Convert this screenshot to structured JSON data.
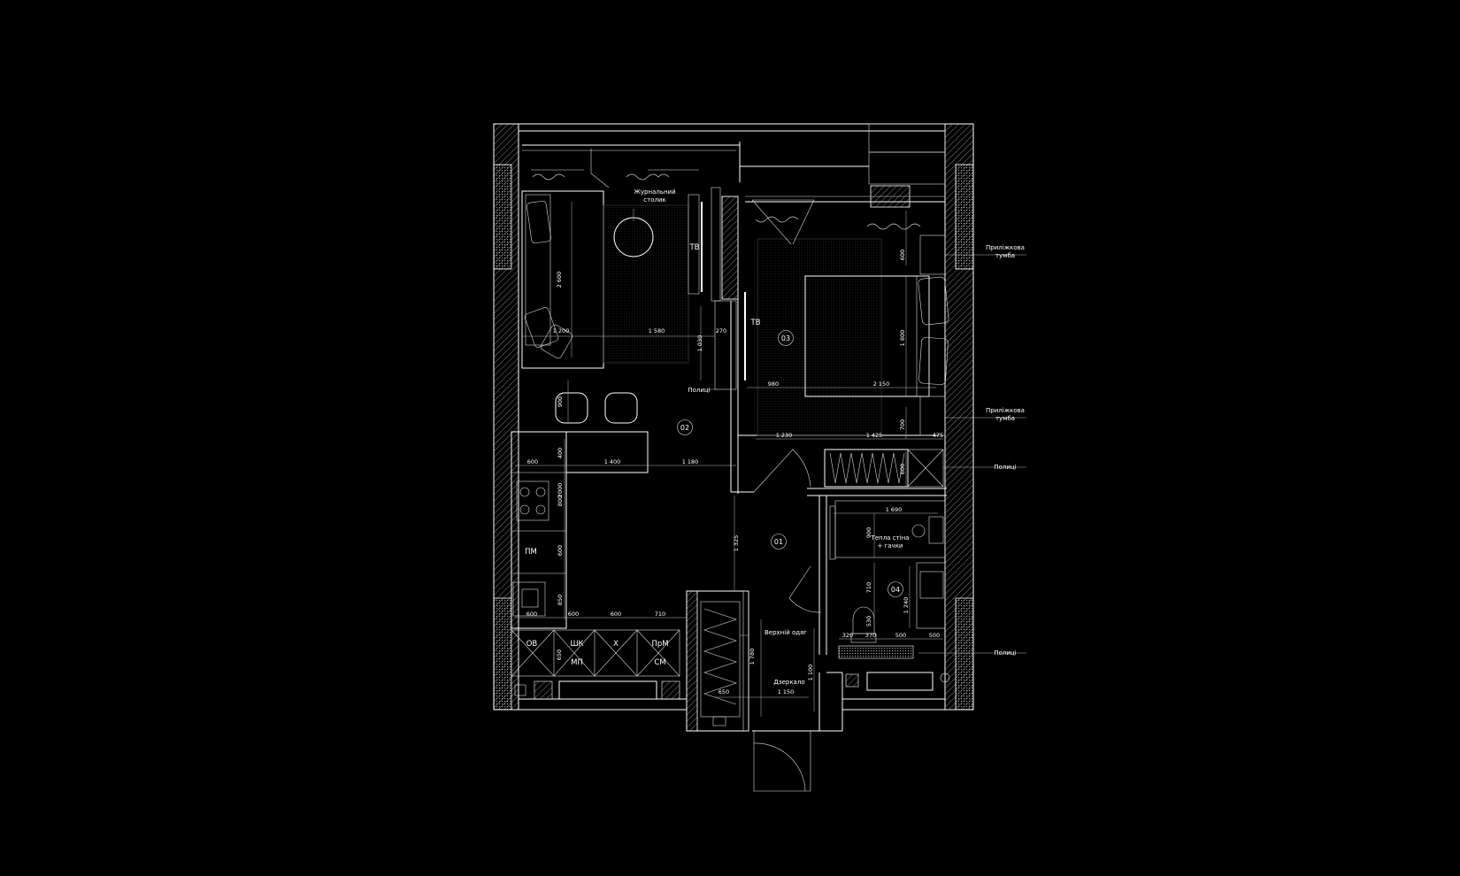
{
  "plan": {
    "rooms": [
      {
        "id": "01"
      },
      {
        "id": "02"
      },
      {
        "id": "03"
      },
      {
        "id": "04"
      }
    ],
    "labels": {
      "coffee_table_1": "Журнальний",
      "coffee_table_2": "столик",
      "tv_living": "ТВ",
      "tv_bedroom": "ТВ",
      "shelves_living": "Полиці",
      "dishwasher": "ПМ",
      "oven": "ОВ",
      "shk": "ШК",
      "mw": "МП",
      "fridge": "Х",
      "washer": "ПрМ",
      "dryer": "СМ",
      "outerwear": "Верхній одяг",
      "mirror": "Дзеркало",
      "warm_wall_1": "Тепла стіна",
      "warm_wall_2": "+ гачки"
    },
    "callouts": [
      {
        "line1": "Приліжкова",
        "line2": "тумба"
      },
      {
        "line1": "Приліжкова",
        "line2": "тумба"
      },
      {
        "line1": "Полиці",
        "line2": ""
      },
      {
        "line1": "Полиці",
        "line2": ""
      }
    ],
    "dims": {
      "d2600": "2 600",
      "d1200": "1 200",
      "d1580": "1 580",
      "d270": "270",
      "d1030": "1 030",
      "d900": "900",
      "d600a": "600",
      "d400": "400",
      "d1400": "1 400",
      "d1180": "1 180",
      "d2000": "2000",
      "d800": "800",
      "d600b": "600",
      "d850": "850",
      "d600c": "600",
      "d600d": "600",
      "d600e": "600",
      "d710a": "710",
      "d650a": "650",
      "d1325": "1 325",
      "d1780": "1 780",
      "d1100": "1 100",
      "d650b": "650",
      "d1150": "1 150",
      "d980": "980",
      "d2150": "2 150",
      "d1800": "1 800",
      "d600f": "600",
      "d1230": "1 230",
      "d1425": "1 425",
      "d700": "700",
      "d475": "475",
      "d600g": "600",
      "d1690": "1 690",
      "d900b": "900",
      "d710b": "710",
      "d1240": "1 240",
      "d530": "530",
      "d320": "320",
      "d370": "370",
      "d500a": "500",
      "d500b": "500"
    }
  }
}
